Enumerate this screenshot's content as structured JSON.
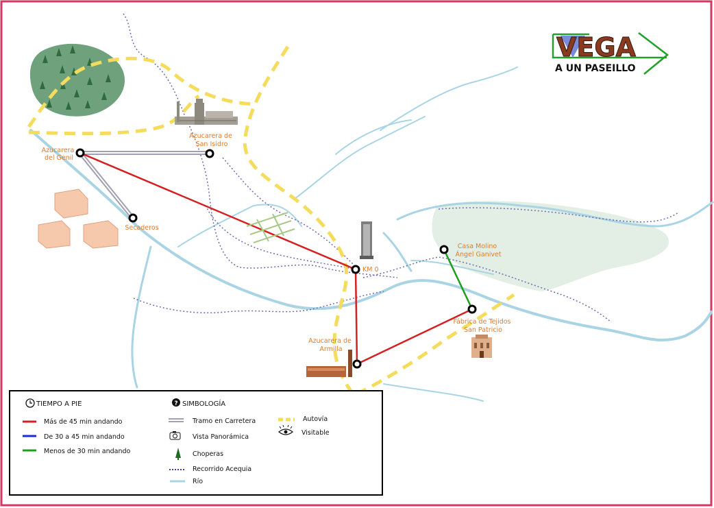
{
  "logo": {
    "word": "VEGA",
    "subtitle": "A UN PASEILLO"
  },
  "places": {
    "azucarera_genil": [
      "Azucarera",
      "del Genil"
    ],
    "azucarera_san_isidro": [
      "Azucarera de",
      "San Isidro"
    ],
    "secaderos": "Secaderos",
    "km0": "KM 0",
    "casa_molino": [
      "Casa Molino",
      "Ángel Ganivet"
    ],
    "fabrica_tejidos": [
      "Fábrica de Tejidos",
      "San Patricio"
    ],
    "azucarera_armilla": [
      "Azucarera de",
      "Armilla"
    ]
  },
  "legend": {
    "time_heading": "TIEMPO A PIE",
    "symbols_heading": "SIMBOLOGÍA",
    "time_items": [
      {
        "label": "Más de 45 min andando",
        "color": "#d42020"
      },
      {
        "label": "De 30 a 45 min andando",
        "color": "#1a2ad4"
      },
      {
        "label": "Menos de 30 min andando",
        "color": "#1aa01a"
      }
    ],
    "symbol_items": {
      "road": "Tramo en Carretera",
      "view": "Vista Panorámica",
      "poplars": "Choperas",
      "ditch": "Recorrido Acequia",
      "river": "Río",
      "highway": "Autovía",
      "visitable": "Visitable"
    }
  },
  "icons": [
    "clock-icon",
    "question-icon",
    "camera-icon",
    "eye-icon",
    "tree-icon"
  ],
  "colors": {
    "frame": "#d63864",
    "river": "#a8d4e4",
    "highway": "#f6dc5c",
    "ditch": "#6a6ab0",
    "route_long": "#d42020",
    "route_short": "#1aa01a",
    "label": "#e07b2a"
  }
}
